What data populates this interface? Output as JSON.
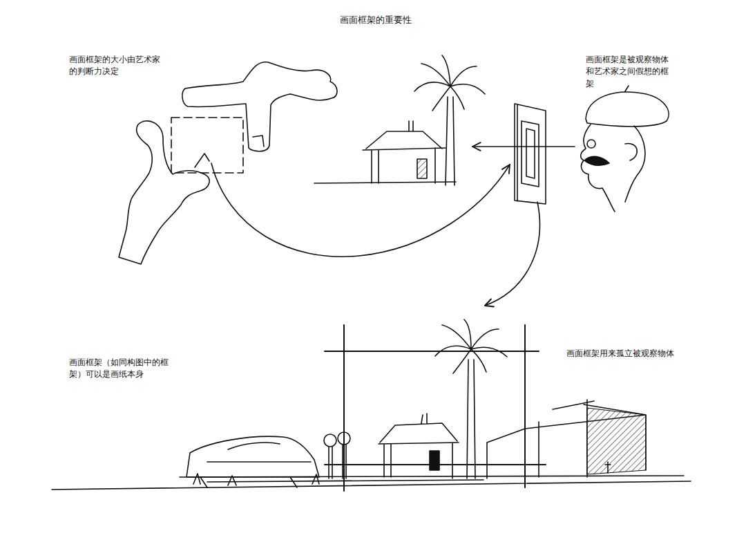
{
  "diagram": {
    "title": "画面框架的重要性",
    "labels": [
      "画面框架的大小由艺术家的判断力决定",
      "画面框架是被观察物体和艺术家之间假想的框架",
      "画面框架（如同构图中的框架）可以是画纸本身",
      "画面框架用来孤立被观察物体"
    ]
  }
}
